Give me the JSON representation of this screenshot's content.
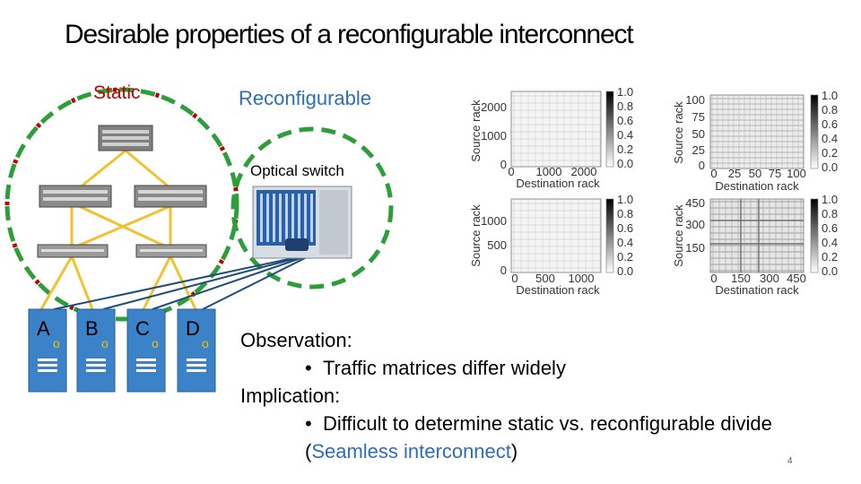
{
  "slide": {
    "title": "Desirable properties of a reconfigurable interconnect",
    "page_number": "4"
  },
  "diagram": {
    "static_label": "Static",
    "reconfigurable_label": "Reconfigurable",
    "optical_switch_label": "Optical switch",
    "servers": [
      "A",
      "B",
      "C",
      "D"
    ],
    "colors": {
      "static_circle": "#2e9e3a",
      "static_dash_accent": "#c00000",
      "reconf_circle": "#2e9e3a",
      "static_links": "#f2c12e",
      "optical_links": "#1f4e79",
      "server_fill": "#3c82c8",
      "accent_blue": "#2e6eb5"
    }
  },
  "heatmaps": [
    {
      "ylabel": "Source rack",
      "xlabel": "Destination rack",
      "xticks": [
        "0",
        "1000",
        "2000"
      ],
      "yticks": [
        "0",
        "1000",
        "2000"
      ],
      "colorbar": [
        "1.0",
        "0.8",
        "0.6",
        "0.4",
        "0.2",
        "0.0"
      ]
    },
    {
      "ylabel": "Source rack",
      "xlabel": "Destination rack",
      "xticks": [
        "0",
        "25",
        "50",
        "75",
        "100"
      ],
      "yticks": [
        "0",
        "25",
        "50",
        "75",
        "100"
      ],
      "colorbar": [
        "1.0",
        "0.8",
        "0.6",
        "0.4",
        "0.2",
        "0.0"
      ]
    },
    {
      "ylabel": "Source rack",
      "xlabel": "Destination rack",
      "xticks": [
        "0",
        "500",
        "1000"
      ],
      "yticks": [
        "0",
        "500",
        "1000"
      ],
      "colorbar": [
        "1.0",
        "0.8",
        "0.6",
        "0.4",
        "0.2",
        "0.0"
      ]
    },
    {
      "ylabel": "Source rack",
      "xlabel": "Destination rack",
      "xticks": [
        "0",
        "150",
        "300",
        "450"
      ],
      "yticks": [
        "150",
        "300",
        "450"
      ],
      "colorbar": [
        "1.0",
        "0.8",
        "0.6",
        "0.4",
        "0.2",
        "0.0"
      ]
    }
  ],
  "notes": {
    "observation_heading": "Observation:",
    "observation_bullet": "Traffic matrices differ widely",
    "implication_heading": "Implication:",
    "implication_bullet": "Difficult to determine static vs. reconfigurable divide",
    "implication_cont_open": "(",
    "implication_highlight": "Seamless interconnect",
    "implication_cont_close": ")",
    "bullet_char": "•"
  }
}
